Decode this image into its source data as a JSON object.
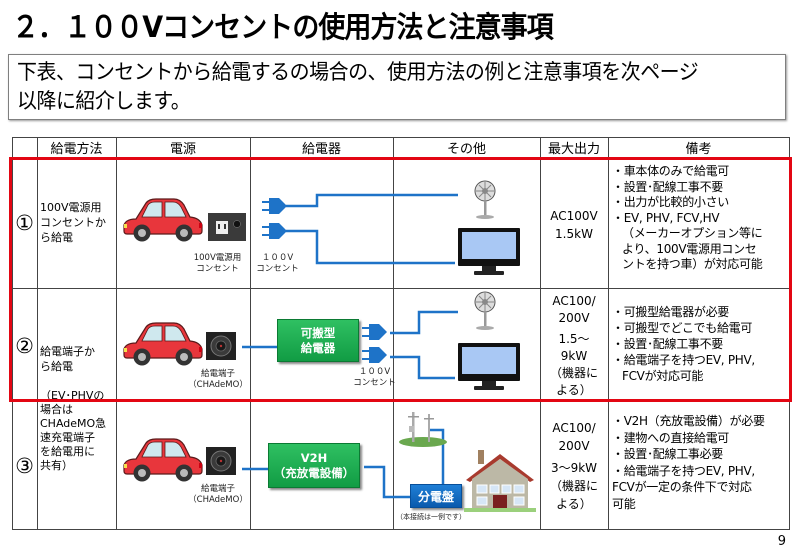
{
  "page": {
    "title": "２．１００Vコンセントの使用方法と注意事項",
    "intro_lines": [
      "下表、コンセントから給電するの場合の、使用方法の例と注意事項を次ページ",
      "以降に紹介します。"
    ],
    "page_number": "9"
  },
  "table": {
    "headers": [
      "",
      "給電方法",
      "電源",
      "給電器",
      "その他",
      "最大出力",
      "備考"
    ],
    "highlight_color": "#e30613",
    "rows": [
      {
        "number": "①",
        "method_lines": [
          "100V電源用",
          "コンセントか",
          "ら給電"
        ],
        "source_caption_lines": [
          "100V電源用",
          "コンセント"
        ],
        "outlet_caption_lines": [
          "１００V",
          "コンセント"
        ],
        "output_lines": [
          "AC100V",
          "1.5kW"
        ],
        "notes": [
          {
            "text": "・車本体のみで給電可",
            "indent": false
          },
          {
            "text": "・設置･配線工事不要",
            "indent": false
          },
          {
            "text": "・出力が比較的小さい",
            "indent": false
          },
          {
            "text": "・EV, PHV, FCV,HV",
            "indent": false
          },
          {
            "text": "（メーカーオプション等に",
            "indent": true
          },
          {
            "text": "より、100V電源用コンセ",
            "indent": true
          },
          {
            "text": "ントを持つ車）が対応可能",
            "indent": true
          }
        ],
        "appliances": [
          "fan-icon",
          "tv-icon"
        ]
      },
      {
        "number": "②",
        "method_lines": [
          "給電端子か",
          "ら給電"
        ],
        "method_note_lines": [
          "（EV･PHVの",
          "場合は",
          "CHAdeMO急",
          "速充電端子",
          "を給電用に",
          "共有）"
        ],
        "source_caption_lines": [
          "給電端子",
          "（CHAdeMO）"
        ],
        "charger_lines": [
          "可搬型",
          "給電器"
        ],
        "outlet_caption_lines": [
          "１００V",
          "コンセント"
        ],
        "output_lines": [
          "AC100/",
          "200V",
          "1.5～",
          "9kW",
          "（機器に",
          "よる）"
        ],
        "notes": [
          {
            "text": "・可搬型給電器が必要",
            "indent": false
          },
          {
            "text": "・可搬型でどこでも給電可",
            "indent": false
          },
          {
            "text": "・設置･配線工事不要",
            "indent": false
          },
          {
            "text": "・給電端子を持つEV, PHV,",
            "indent": false
          },
          {
            "text": "FCVが対応可能",
            "indent": true
          }
        ],
        "appliances": [
          "fan-icon",
          "tv-icon"
        ]
      },
      {
        "number": "③",
        "source_caption_lines": [
          "給電端子",
          "（CHAdeMO）"
        ],
        "charger_lines": [
          "V2H",
          "（充放電設備）"
        ],
        "panel_label": "分電盤",
        "panel_caption": "（本接続は一例です）",
        "output_lines": [
          "AC100/",
          "200V",
          "3～9kW",
          "（機器に",
          "よる）"
        ],
        "notes": [
          {
            "text": "・V2H（充放電設備）が必要",
            "indent": false
          },
          {
            "text": "・建物への直接給電可",
            "indent": false
          },
          {
            "text": "・設置･配線工事必要",
            "indent": false
          },
          {
            "text": "・給電端子を持つEV, PHV,",
            "indent": false
          },
          {
            "text": "FCVが一定の条件下で対応",
            "indent": false
          },
          {
            "text": "可能",
            "indent": false
          }
        ],
        "appliances": [
          "utility-pole-icon",
          "house-icon"
        ]
      }
    ]
  }
}
